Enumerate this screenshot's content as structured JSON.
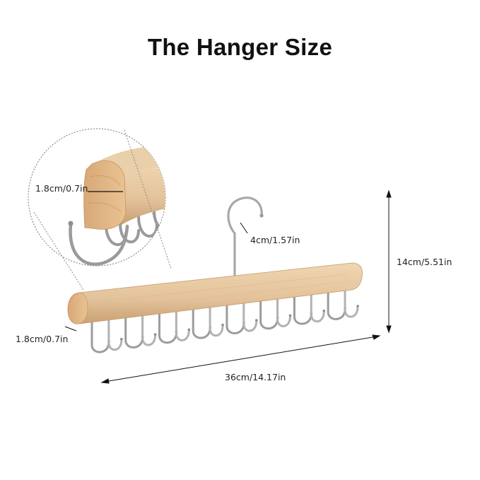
{
  "title": "The Hanger Size",
  "dimensions": {
    "thickness_detail": "1.8cm/0.7in",
    "hook_height": "4cm/1.57in",
    "total_height": "14cm/5.51in",
    "thickness": "1.8cm/0.7in",
    "length": "36cm/14.17in"
  },
  "colors": {
    "wood": "#e6c9a2",
    "wood_dark": "#c9a277",
    "metal": "#9c9c9c",
    "text": "#222222",
    "background": "#ffffff"
  },
  "hook_count": 16
}
